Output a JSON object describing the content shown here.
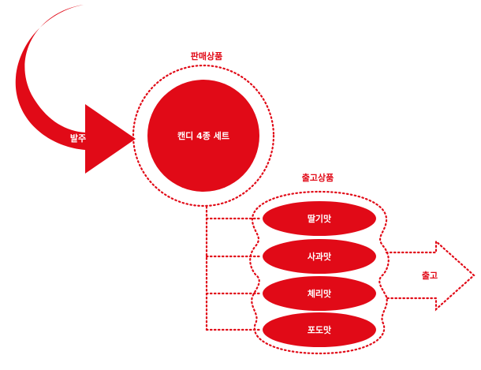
{
  "colors": {
    "red": "#e10a17",
    "white": "#ffffff"
  },
  "labels": {
    "order": "발주",
    "sales_products_title": "판매상품",
    "product": "캔디 4종 세트",
    "shipped_products_title": "출고상품",
    "shipment": "출고"
  },
  "flavors": [
    {
      "label": "딸기맛"
    },
    {
      "label": "사과맛"
    },
    {
      "label": "체리맛"
    },
    {
      "label": "포도맛"
    }
  ]
}
